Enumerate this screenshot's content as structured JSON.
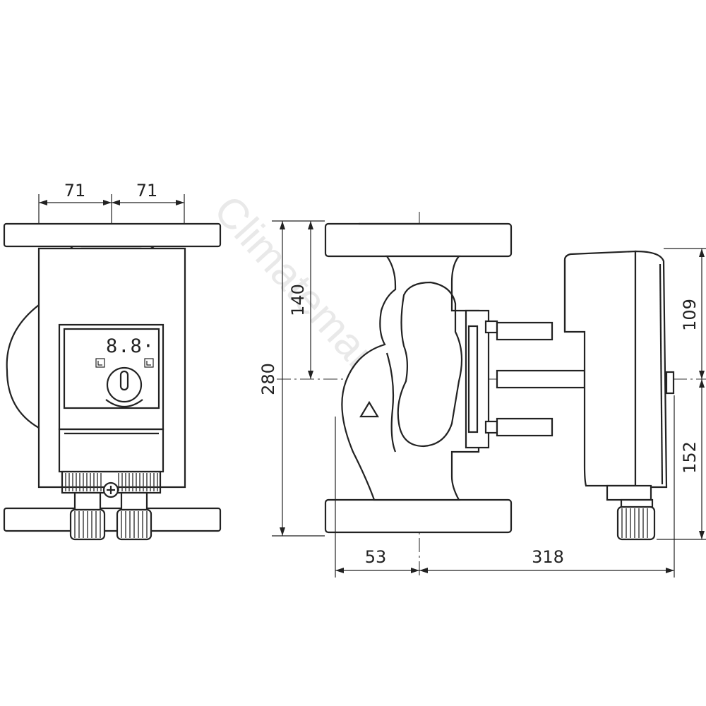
{
  "dimensions": {
    "front_half_width_left": "71",
    "front_half_width_right": "71",
    "overall_height": "280",
    "upper_height": "140",
    "motor_upper_height": "109",
    "motor_lower_height": "152",
    "flange_offset": "53",
    "motor_length": "318"
  },
  "display": {
    "readout": "8.8·"
  },
  "watermark": {
    "text": "Climatemarket"
  },
  "icons": {
    "flow_direction": "triangle-arrow-icon",
    "control_knob": "rotary-knob-icon",
    "mode_indicator": "square-mode-icon"
  }
}
